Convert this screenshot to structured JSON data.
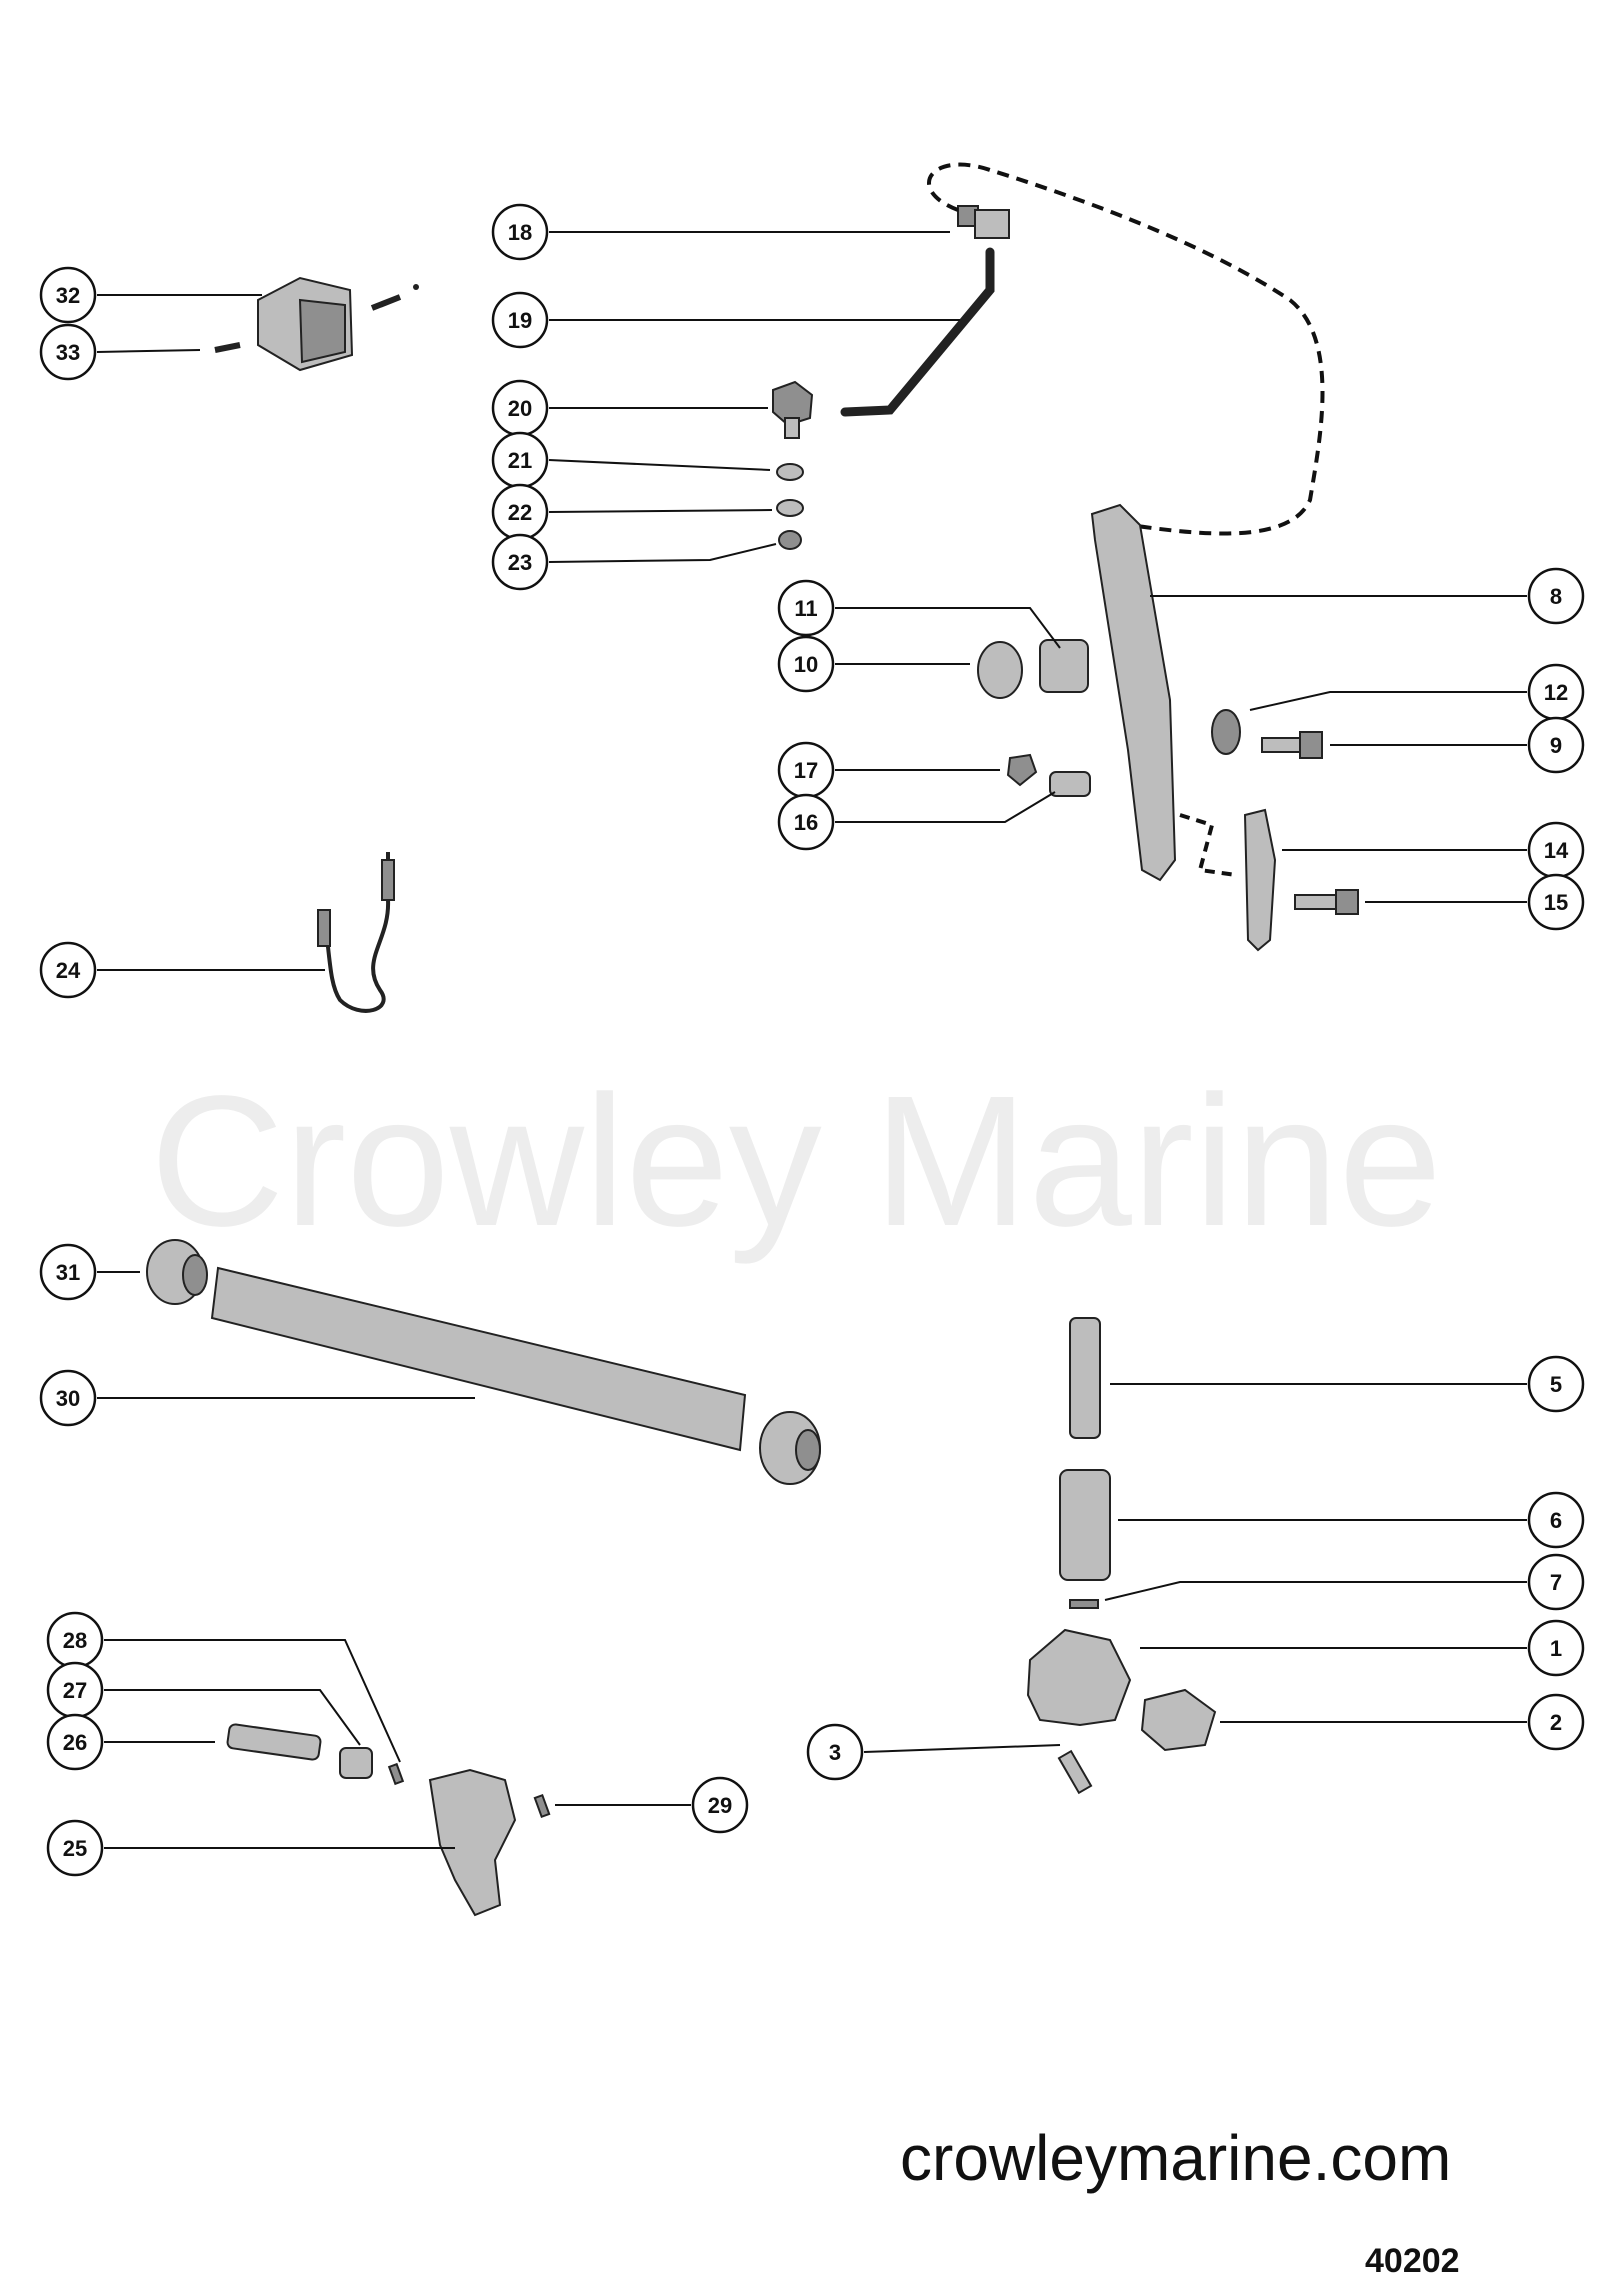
{
  "watermark": "Crowley Marine",
  "website": "crowleymarine.com",
  "diagram_number": "40202",
  "callouts": [
    {
      "id": "32"
    },
    {
      "id": "33"
    },
    {
      "id": "18"
    },
    {
      "id": "19"
    },
    {
      "id": "20"
    },
    {
      "id": "21"
    },
    {
      "id": "22"
    },
    {
      "id": "23"
    },
    {
      "id": "8"
    },
    {
      "id": "11"
    },
    {
      "id": "10"
    },
    {
      "id": "12"
    },
    {
      "id": "9"
    },
    {
      "id": "17"
    },
    {
      "id": "16"
    },
    {
      "id": "14"
    },
    {
      "id": "15"
    },
    {
      "id": "24"
    },
    {
      "id": "31"
    },
    {
      "id": "30"
    },
    {
      "id": "5"
    },
    {
      "id": "6"
    },
    {
      "id": "7"
    },
    {
      "id": "1"
    },
    {
      "id": "2"
    },
    {
      "id": "3"
    },
    {
      "id": "28"
    },
    {
      "id": "27"
    },
    {
      "id": "26"
    },
    {
      "id": "29"
    },
    {
      "id": "25"
    }
  ]
}
